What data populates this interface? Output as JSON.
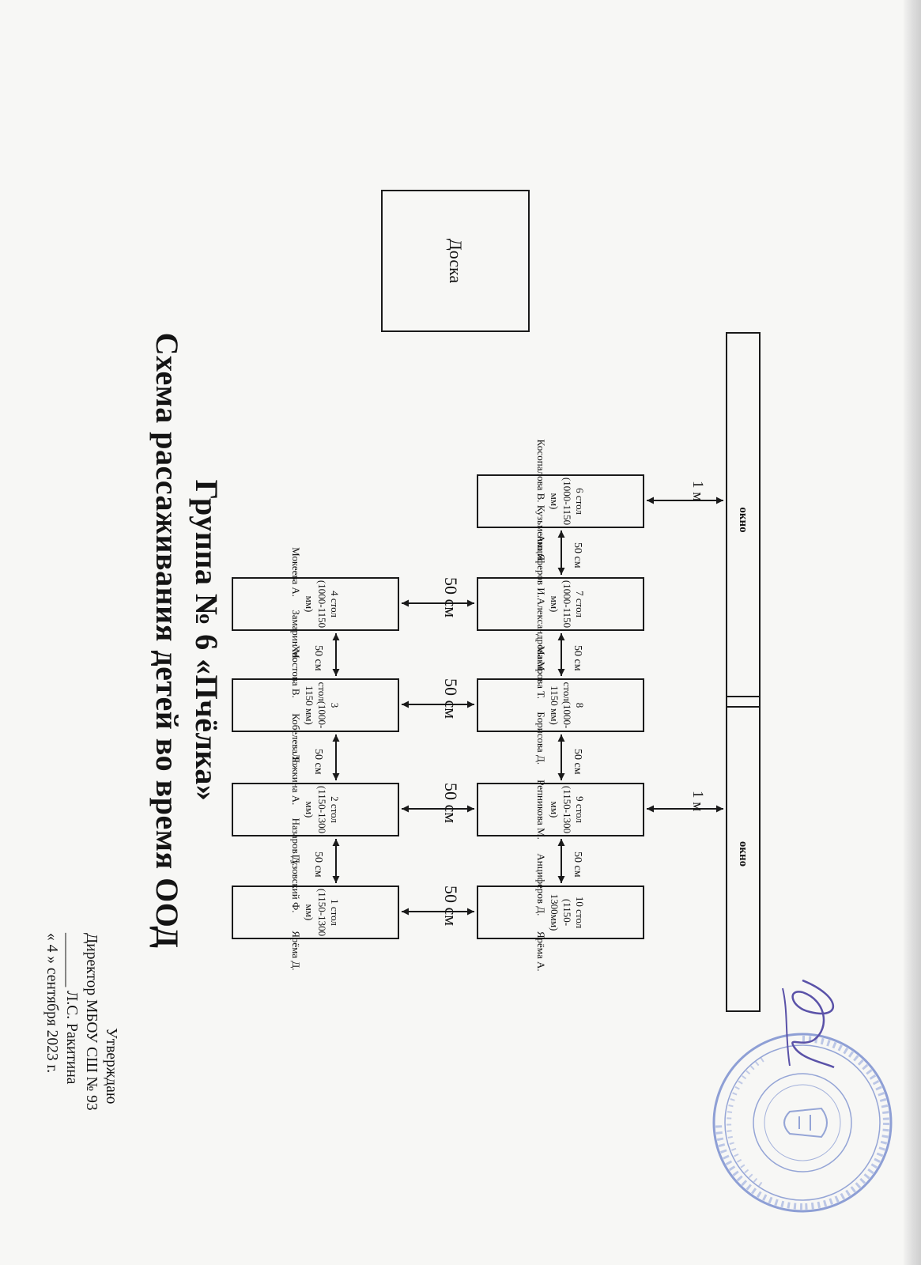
{
  "document": {
    "title_line1": "Схема рассаживания детей во время ООД",
    "title_line2": "Группа № 6 «Пчёлка»"
  },
  "approval": {
    "line1": "Утверждаю",
    "line2": "Директор МБОУ СШ № 93",
    "line3": "_______ Л.С. Ракитина",
    "line4": "« 4 » сентября 2023 г."
  },
  "room": {
    "board_label": "Доска",
    "window_label": "окно"
  },
  "desks": [
    {
      "label": "1 стол (1150-1300 мм)",
      "names": "Гузовский Ф.       Ярёма Д."
    },
    {
      "label": "2 стол (1150-1300 мм)",
      "names": "Ложкина А.     Назаров Д."
    },
    {
      "label": "3 стол(1000-1150 мм)",
      "names": "Хвостова В.      Кобелева Я."
    },
    {
      "label": "4 стол (1000-1150 мм)",
      "names": "Мокеева А.     Замарин М."
    },
    {
      "label": "6 стол (1000-1150 мм)",
      "names": "Косопалова В. Кузьменко Я."
    },
    {
      "label": "7 стол (1000-1150 мм)",
      "names": "Анциферов И.Александрова М."
    },
    {
      "label": "8 стол(1000-1150 мм)",
      "names": "Макарова Т.     Борисова Д."
    },
    {
      "label": "9 стол (1150-1300 мм)",
      "names": "Репникова М."
    },
    {
      "label": "10 стол (1150-1300мм)",
      "names": "Анциферов Д.      Ярёма А."
    }
  ],
  "distances": {
    "between_desks": "50 см",
    "between_rows": "50 см",
    "to_window": "1 м"
  },
  "colors": {
    "paper": "#f7f7f5",
    "ink": "#141414",
    "stamp": "#6b82c9"
  }
}
